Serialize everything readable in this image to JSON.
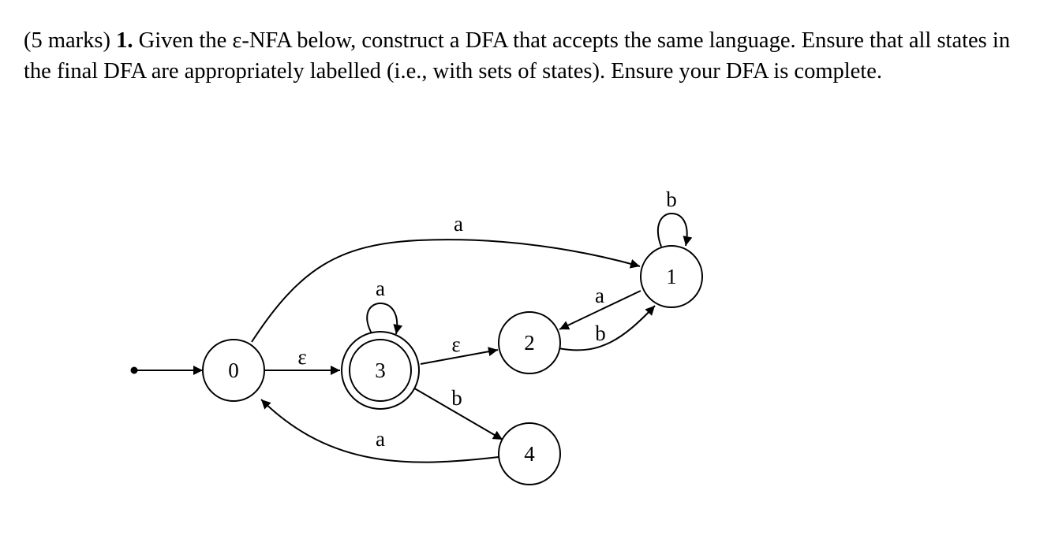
{
  "question": {
    "marks": "(5 marks)",
    "number": "1.",
    "text": "Given the ε-NFA below, construct a DFA that accepts the same language. Ensure that all states in the final DFA are appropriately labelled (i.e., with sets of states). Ensure your DFA is complete."
  },
  "automaton": {
    "type": "epsilon-NFA",
    "start_state": "0",
    "accepting_states": [
      "3"
    ],
    "states": [
      {
        "id": "0",
        "label": "0"
      },
      {
        "id": "1",
        "label": "1"
      },
      {
        "id": "2",
        "label": "2"
      },
      {
        "id": "3",
        "label": "3"
      },
      {
        "id": "4",
        "label": "4"
      }
    ],
    "transitions": [
      {
        "id": "t0_1",
        "from": "0",
        "to": "1",
        "label": "a"
      },
      {
        "id": "t0_3",
        "from": "0",
        "to": "3",
        "label": "ε"
      },
      {
        "id": "t3_3",
        "from": "3",
        "to": "3",
        "label": "a"
      },
      {
        "id": "t3_2",
        "from": "3",
        "to": "2",
        "label": "ε"
      },
      {
        "id": "t3_4",
        "from": "3",
        "to": "4",
        "label": "b"
      },
      {
        "id": "t4_0",
        "from": "4",
        "to": "0",
        "label": "a"
      },
      {
        "id": "t1_2",
        "from": "1",
        "to": "2",
        "label": "a"
      },
      {
        "id": "t2_1",
        "from": "2",
        "to": "1",
        "label": "b"
      },
      {
        "id": "t1_1",
        "from": "1",
        "to": "1",
        "label": "b"
      }
    ]
  }
}
